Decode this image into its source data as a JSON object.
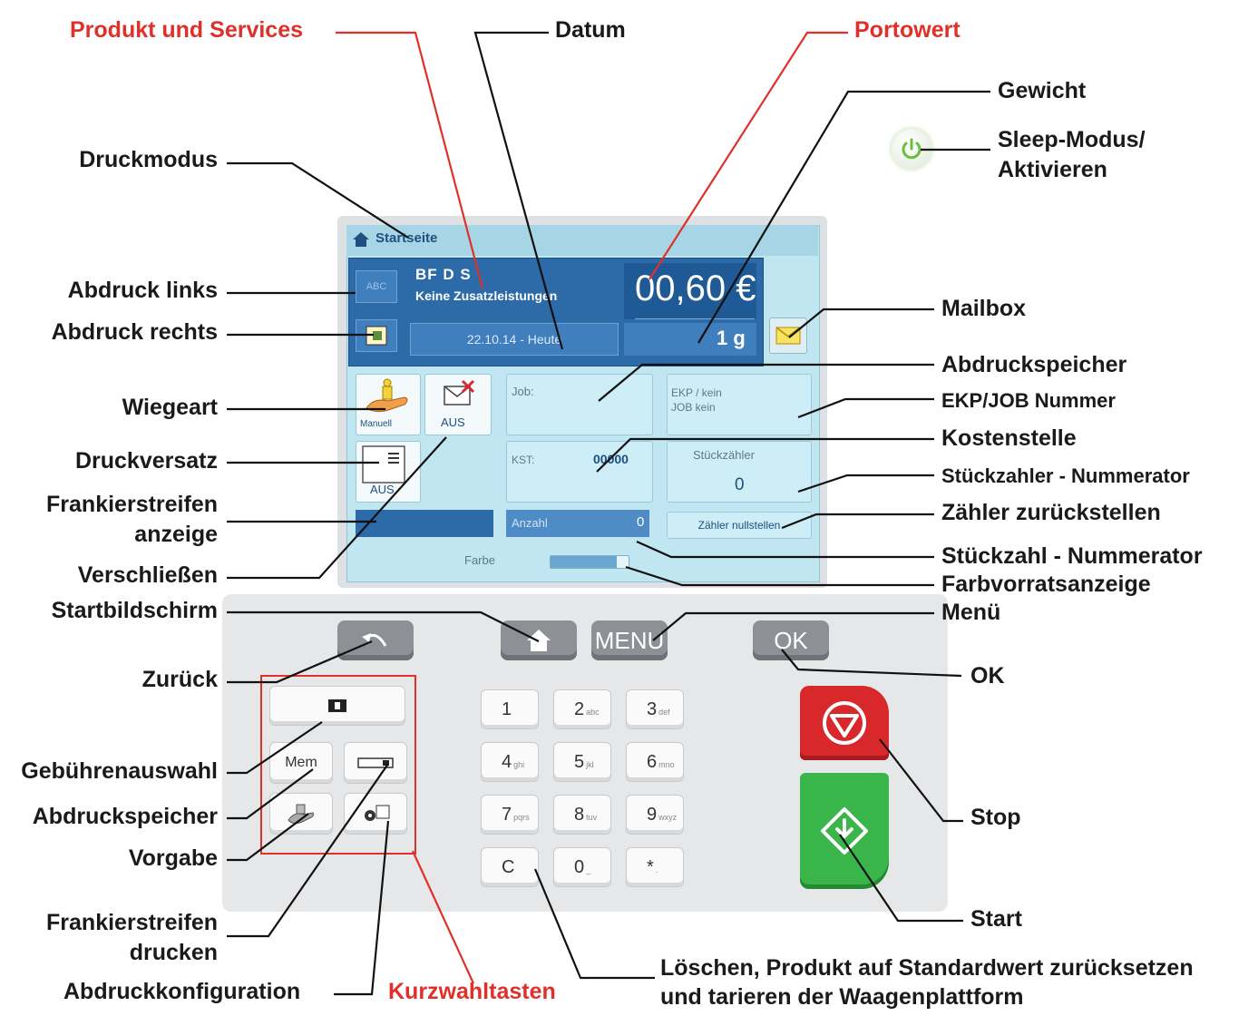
{
  "labels": {
    "produkt": "Produkt und Services",
    "datum": "Datum",
    "portowert": "Portowert",
    "gewicht": "Gewicht",
    "sleep_1": "Sleep-Modus/",
    "sleep_2": "Aktivieren",
    "druckmodus": "Druckmodus",
    "abdruck_links": "Abdruck links",
    "abdruck_rechts": "Abdruck rechts",
    "mailbox": "Mailbox",
    "abdruckspeicher": "Abdruckspeicher",
    "ekp_job": "EKP/JOB Nummer",
    "wiegeart": "Wiegeart",
    "kostenstelle": "Kostenstelle",
    "druckversatz": "Druckversatz",
    "stueckzahler_num": "Stückzahler - Nummerator",
    "frankier_anzeige_1": "Frankierstreifen",
    "frankier_anzeige_2": "anzeige",
    "zaehler_zurueck": "Zähler zurückstellen",
    "stueckzahl_num": "Stückzahl - Nummerator",
    "verschliessen": "Verschließen",
    "farbvorrat": "Farbvorratsanzeige",
    "startbildschirm": "Startbildschirm",
    "menue": "Menü",
    "zurueck": "Zurück",
    "ok": "OK",
    "gebuehrenauswahl": "Gebührenauswahl",
    "abdruckspeicher2": "Abdruckspeicher",
    "stop": "Stop",
    "vorgabe": "Vorgabe",
    "frankier_drucken_1": "Frankierstreifen",
    "frankier_drucken_2": "drucken",
    "start": "Start",
    "abdruckkonfig": "Abdruckkonfiguration",
    "kurzwahl": "Kurzwahltasten",
    "loeschen_1": "Löschen, Produkt auf Standardwert zurücksetzen",
    "loeschen_2": "und tarieren der Waagenplattform"
  },
  "screen": {
    "title": "Startseite",
    "product_line1": "BF D S",
    "product_line2": "Keine Zusatzleistungen",
    "date": "22.10.14 - Heute",
    "postage": "00,60 €",
    "weight": "1 g",
    "abc": "ABC",
    "mode_label": "Manuell",
    "aus1": "AUS",
    "aus2": "AUS",
    "job_label": "Job:",
    "kst_label": "KST:",
    "kst_value": "00000",
    "ekp_label": "EKP / kein",
    "job_kein": "JOB  kein",
    "stueck_label": "Stückzähler",
    "stueck_value": "0",
    "anzahl_label": "Anzahl",
    "anzahl_value": "0",
    "reset_btn": "Zähler nullstellen",
    "farbe_label": "Farbe",
    "ink_level": 0.85
  },
  "buttons": {
    "menu": "MENU",
    "ok": "OK",
    "mem": "Mem"
  },
  "keypad": [
    {
      "d": "1",
      "s": ""
    },
    {
      "d": "2",
      "s": "abc"
    },
    {
      "d": "3",
      "s": "def"
    },
    {
      "d": "4",
      "s": "ghi"
    },
    {
      "d": "5",
      "s": "jkl"
    },
    {
      "d": "6",
      "s": "mno"
    },
    {
      "d": "7",
      "s": "pqrs"
    },
    {
      "d": "8",
      "s": "tuv"
    },
    {
      "d": "9",
      "s": "wxyz"
    },
    {
      "d": "C",
      "s": ""
    },
    {
      "d": "0",
      "s": "_"
    },
    {
      "d": "*",
      "s": "."
    }
  ],
  "colors": {
    "red_label": "#e0302a",
    "stop": "#d8282c",
    "start": "#39b54a",
    "screen": "#bfe6f1",
    "panel": "#2c6aa8"
  }
}
